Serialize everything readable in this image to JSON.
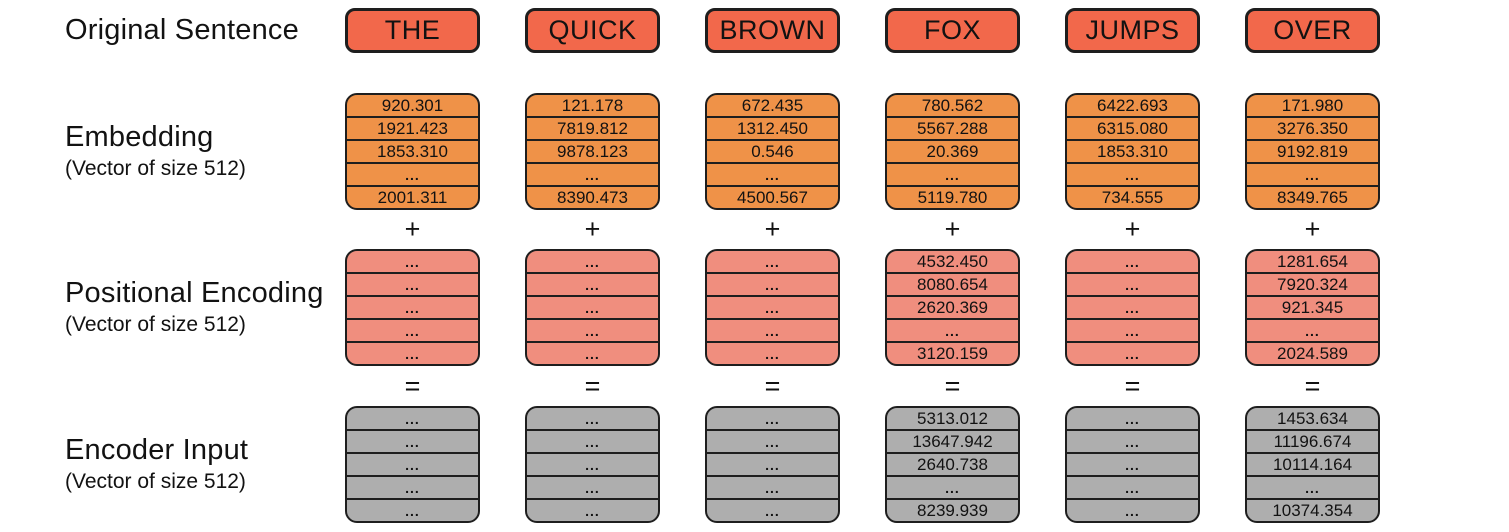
{
  "labels": {
    "original_sentence": "Original Sentence",
    "embedding": "Embedding",
    "embedding_sub": "(Vector of size 512)",
    "positional": "Positional Encoding",
    "positional_sub": "(Vector of size 512)",
    "encoder": "Encoder Input",
    "encoder_sub": "(Vector of size 512)"
  },
  "operators": {
    "plus": "+",
    "equals": "="
  },
  "colors": {
    "token_fill": "#f2684b",
    "embedding_fill": "#ef9248",
    "positional_fill": "#f08e7e",
    "encoder_fill": "#aeaeae",
    "border": "#1e1e1e",
    "text": "#121212",
    "background": "#ffffff"
  },
  "columns": [
    {
      "word": "THE",
      "embedding": [
        "920.301",
        "1921.423",
        "1853.310",
        "...",
        "2001.311"
      ],
      "positional": [
        "...",
        "...",
        "...",
        "...",
        "..."
      ],
      "encoder": [
        "...",
        "...",
        "...",
        "...",
        "..."
      ]
    },
    {
      "word": "QUICK",
      "embedding": [
        "121.178",
        "7819.812",
        "9878.123",
        "...",
        "8390.473"
      ],
      "positional": [
        "...",
        "...",
        "...",
        "...",
        "..."
      ],
      "encoder": [
        "...",
        "...",
        "...",
        "...",
        "..."
      ]
    },
    {
      "word": "BROWN",
      "embedding": [
        "672.435",
        "1312.450",
        "0.546",
        "...",
        "4500.567"
      ],
      "positional": [
        "...",
        "...",
        "...",
        "...",
        "..."
      ],
      "encoder": [
        "...",
        "...",
        "...",
        "...",
        "..."
      ]
    },
    {
      "word": "FOX",
      "embedding": [
        "780.562",
        "5567.288",
        "20.369",
        "...",
        "5119.780"
      ],
      "positional": [
        "4532.450",
        "8080.654",
        "2620.369",
        "...",
        "3120.159"
      ],
      "encoder": [
        "5313.012",
        "13647.942",
        "2640.738",
        "...",
        "8239.939"
      ]
    },
    {
      "word": "JUMPS",
      "embedding": [
        "6422.693",
        "6315.080",
        "1853.310",
        "...",
        "734.555"
      ],
      "positional": [
        "...",
        "...",
        "...",
        "...",
        "..."
      ],
      "encoder": [
        "...",
        "...",
        "...",
        "...",
        "..."
      ]
    },
    {
      "word": "OVER",
      "embedding": [
        "171.980",
        "3276.350",
        "9192.819",
        "...",
        "8349.765"
      ],
      "positional": [
        "1281.654",
        "7920.324",
        "921.345",
        "...",
        "2024.589"
      ],
      "encoder": [
        "1453.634",
        "11196.674",
        "10114.164",
        "...",
        "10374.354"
      ]
    }
  ]
}
